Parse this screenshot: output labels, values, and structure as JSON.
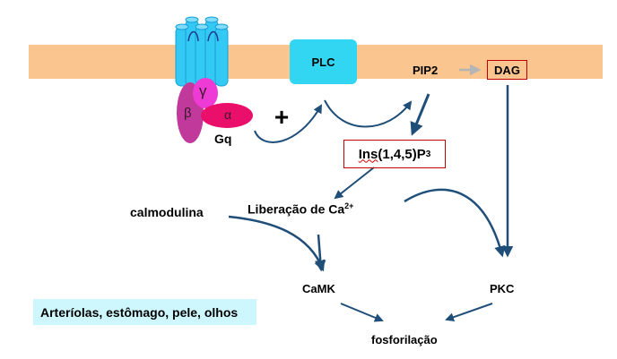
{
  "receptor": {
    "subunits": {
      "beta": "β",
      "gamma": "γ",
      "alpha": "α"
    },
    "name": "Gq"
  },
  "plus_sign": "+",
  "plc_label": "PLC",
  "pip2_label": "PIP2",
  "dag_label": "DAG",
  "ip3_label": {
    "prefix": "Ins",
    "middle": "(1,4,5)P",
    "subscript": "3"
  },
  "calcium_release": {
    "text": "Liberação de Ca",
    "superscript": "2+"
  },
  "calmodulin_label": "calmodulina",
  "camk_label": "CaMK",
  "pkc_label": "PKC",
  "phosphorylation_label": "fosforilação",
  "tissues_note": "Arteríolas, estômago, pele, olhos",
  "colors": {
    "membrane": "#fac58f",
    "plc": "#33d6f2",
    "arrow": "#1f4e79",
    "highlight_border": "#c00000",
    "note_background": "#cdf7fd",
    "receptor": "#33c9f5",
    "beta": "#c0399b",
    "gamma": "#ef3bd6",
    "alpha": "#ea0f6b"
  }
}
